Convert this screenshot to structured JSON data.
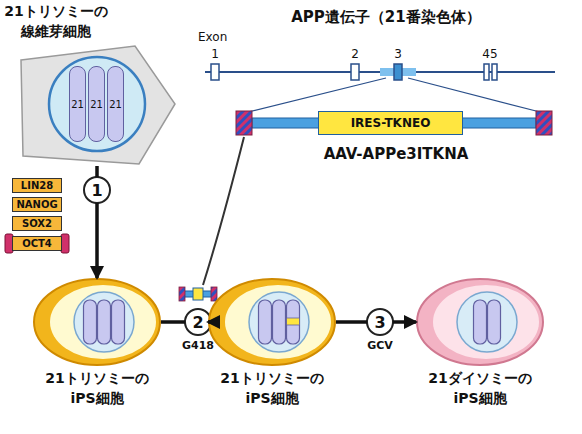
{
  "diagram": {
    "nodes": [
      {
        "text": [
          "21トリソミーの 線維芽細胞"
        ]
      },
      {
        "text": [
          "21"
        ],
        "in": 0
      },
      {
        "text": [
          "21"
        ],
        "in": 0
      },
      {
        "text": [
          "21"
        ],
        "in": 0
      },
      {
        "text": [
          "IRES-TKNEO"
        ]
      },
      {
        "text": [
          "LIN28"
        ]
      },
      {
        "text": [
          "NANOG"
        ]
      },
      {
        "text": [
          "SOX2"
        ]
      },
      {
        "text": [
          "OCT4"
        ]
      },
      {
        "text": [
          "1"
        ]
      },
      {
        "text": [
          "21トリソミーの iPS細胞"
        ]
      },
      {
        "text": [
          "2"
        ]
      },
      {
        "text": [
          "21トリソミーの iPS細胞"
        ]
      },
      {
        "text": [
          "3"
        ]
      },
      {
        "text": [
          "21ダイソミーの iPS細胞"
        ]
      }
    ],
    "edges": [
      {
        "from": 0,
        "to": 9,
        "arrow": "none"
      },
      {
        "from": 9,
        "to": 10,
        "arrow": "to"
      },
      {
        "from": 10,
        "to": 11,
        "arrow": "none"
      },
      {
        "from": 11,
        "to": 12,
        "arrow": "to"
      },
      {
        "from": 12,
        "to": 13,
        "arrow": "none"
      },
      {
        "from": 13,
        "to": 14,
        "arrow": "to"
      }
    ],
    "labels": [
      "APP遺伝子（21番染色体）",
      "Exon",
      "1",
      "2",
      "3",
      "45",
      "AAV-APPe3ITKNA",
      "G418",
      "GCV"
    ]
  }
}
